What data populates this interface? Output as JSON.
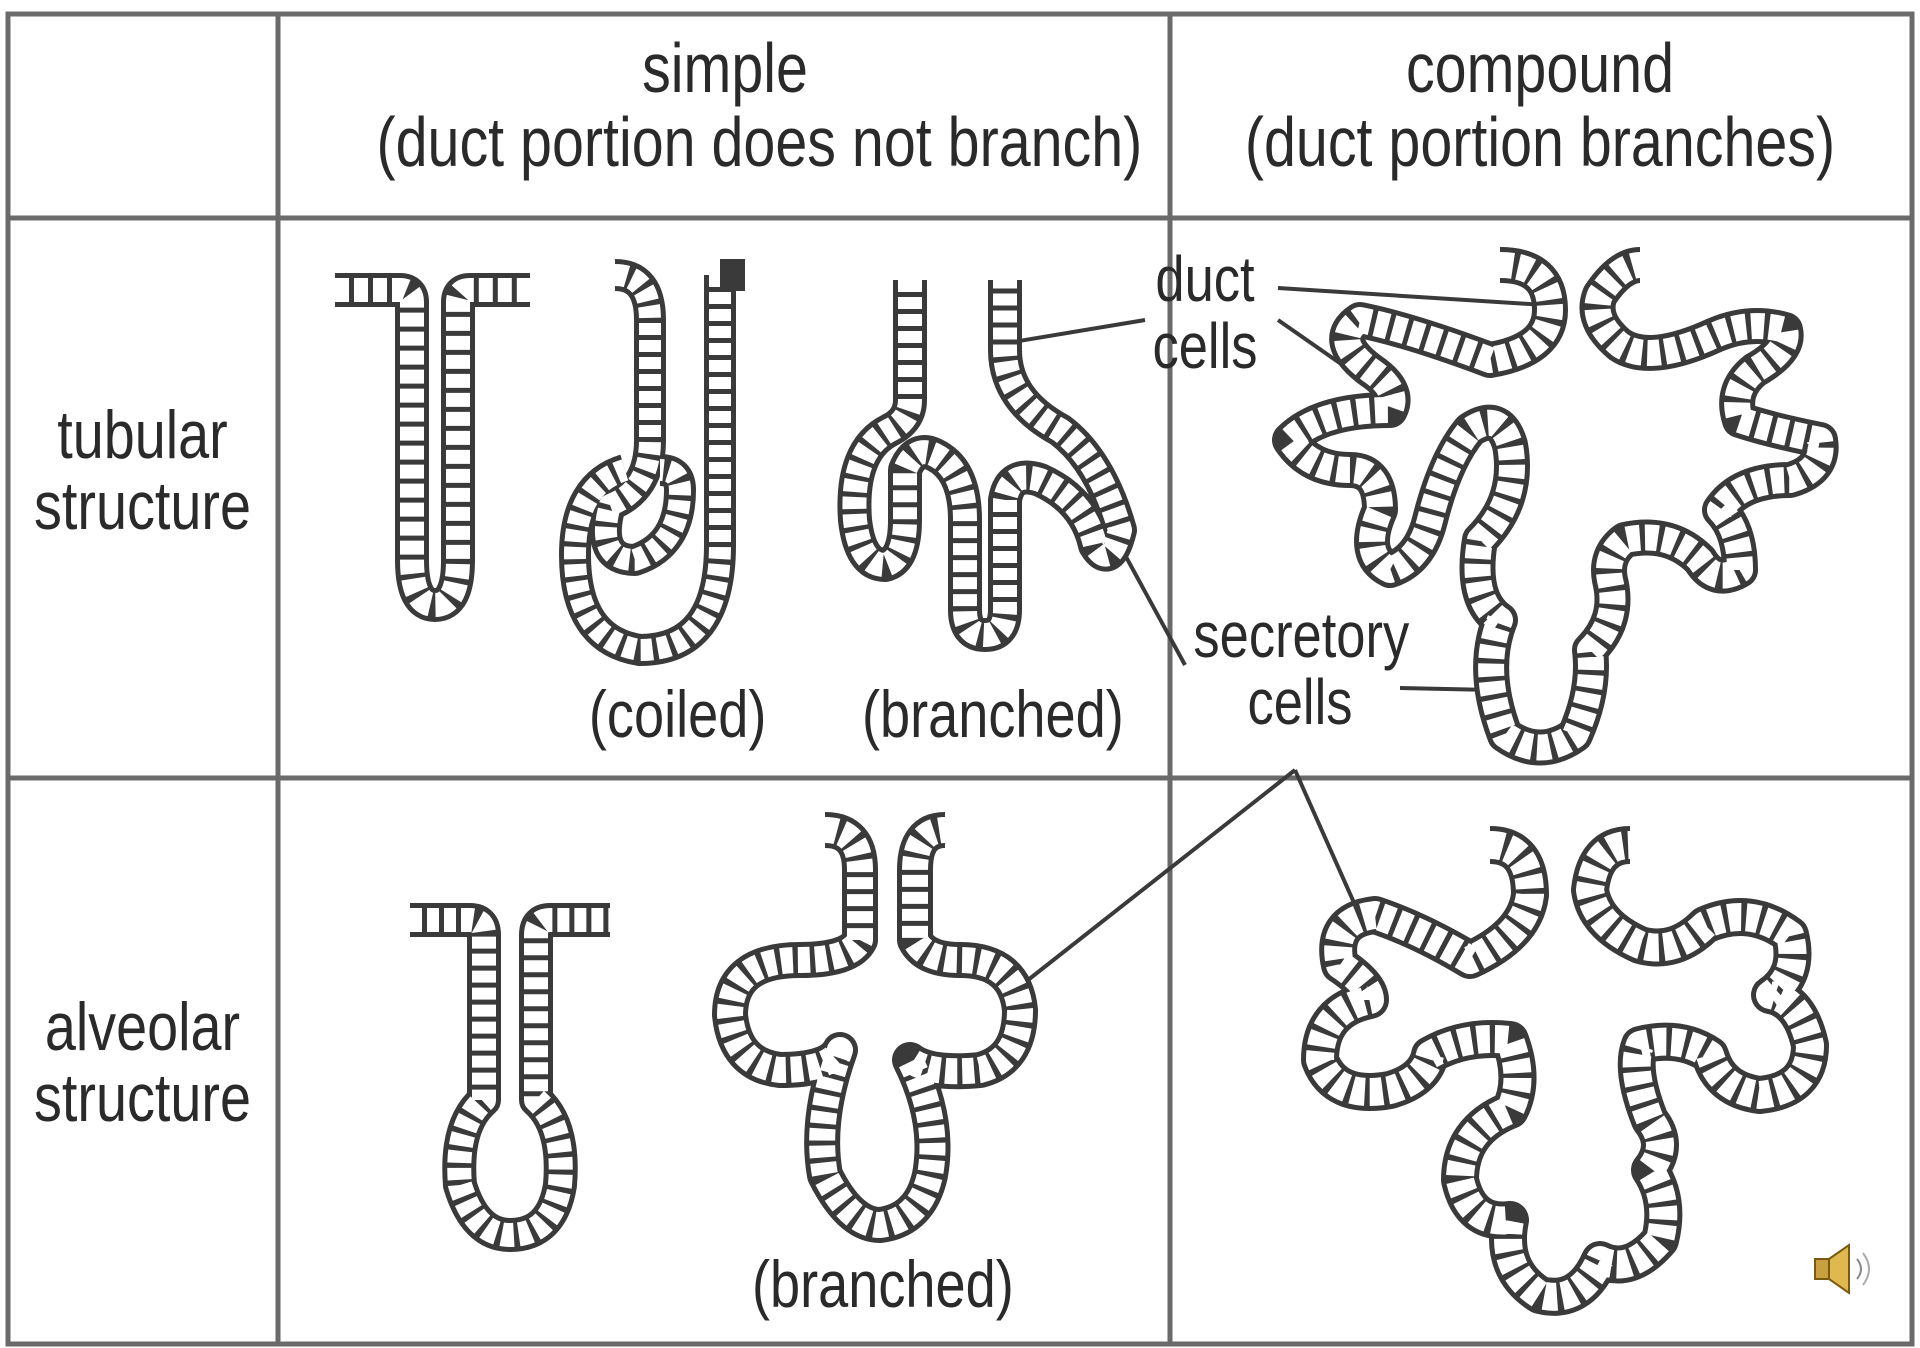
{
  "columns": {
    "simple": {
      "title": "simple",
      "subtitle": "(duct portion does not branch)"
    },
    "compound": {
      "title": "compound",
      "subtitle": "(duct portion branches)"
    }
  },
  "rows": {
    "tubular": {
      "line1": "tubular",
      "line2": "structure"
    },
    "alveolar": {
      "line1": "alveolar",
      "line2": "structure"
    }
  },
  "captions": {
    "tubular_coiled": "(coiled)",
    "tubular_branched": "(branched)",
    "alveolar_branched": "(branched)"
  },
  "annotations": {
    "duct_cells": {
      "line1": "duct",
      "line2": "cells"
    },
    "secretory_cells": {
      "line1": "secretory",
      "line2": "cells"
    }
  },
  "icons": {
    "audio": "speaker-icon"
  },
  "colors": {
    "ink": "#2a2a2a",
    "grid": "#6a6a6a",
    "cellfill": "#ffffff",
    "outline": "#3a3a3a"
  }
}
